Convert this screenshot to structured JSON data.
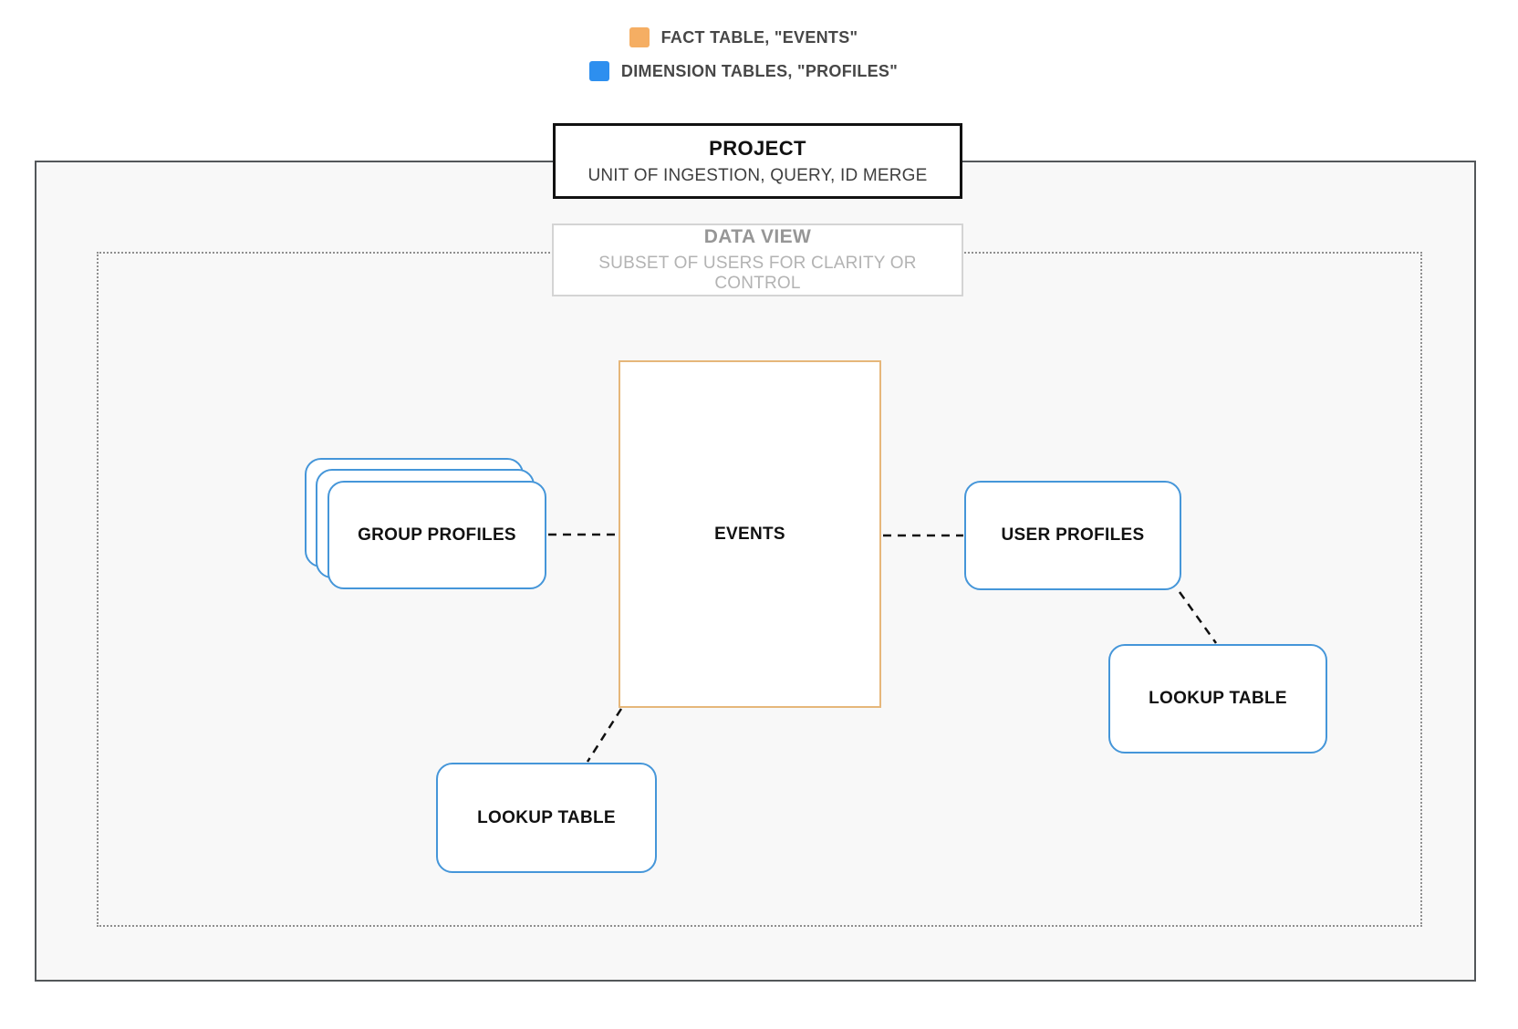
{
  "legend": {
    "items": [
      {
        "name": "fact-table",
        "label": "FACT TABLE, \"EVENTS\"",
        "color": "#F5AE63"
      },
      {
        "name": "dimension-tables",
        "label": "DIMENSION TABLES, \"PROFILES\"",
        "color": "#2D8FEF"
      }
    ]
  },
  "project_box": {
    "title": "PROJECT",
    "subtitle": "UNIT OF INGESTION, QUERY, ID MERGE"
  },
  "data_view_box": {
    "title": "DATA VIEW",
    "subtitle": "SUBSET OF USERS FOR CLARITY OR CONTROL"
  },
  "nodes": {
    "events": {
      "label": "EVENTS"
    },
    "group_profiles": {
      "label": "GROUP PROFILES"
    },
    "user_profiles": {
      "label": "USER PROFILES"
    },
    "lookup_table_right": {
      "label": "LOOKUP TABLE"
    },
    "lookup_table_bottom": {
      "label": "LOOKUP TABLE"
    }
  },
  "colors": {
    "fact_legend_fill": "#F5AE63",
    "dimension_legend_fill": "#2D8FEF",
    "fact_node_border": "#E6B77A",
    "dimension_node_border": "#4596D9",
    "connector": "#111111"
  }
}
